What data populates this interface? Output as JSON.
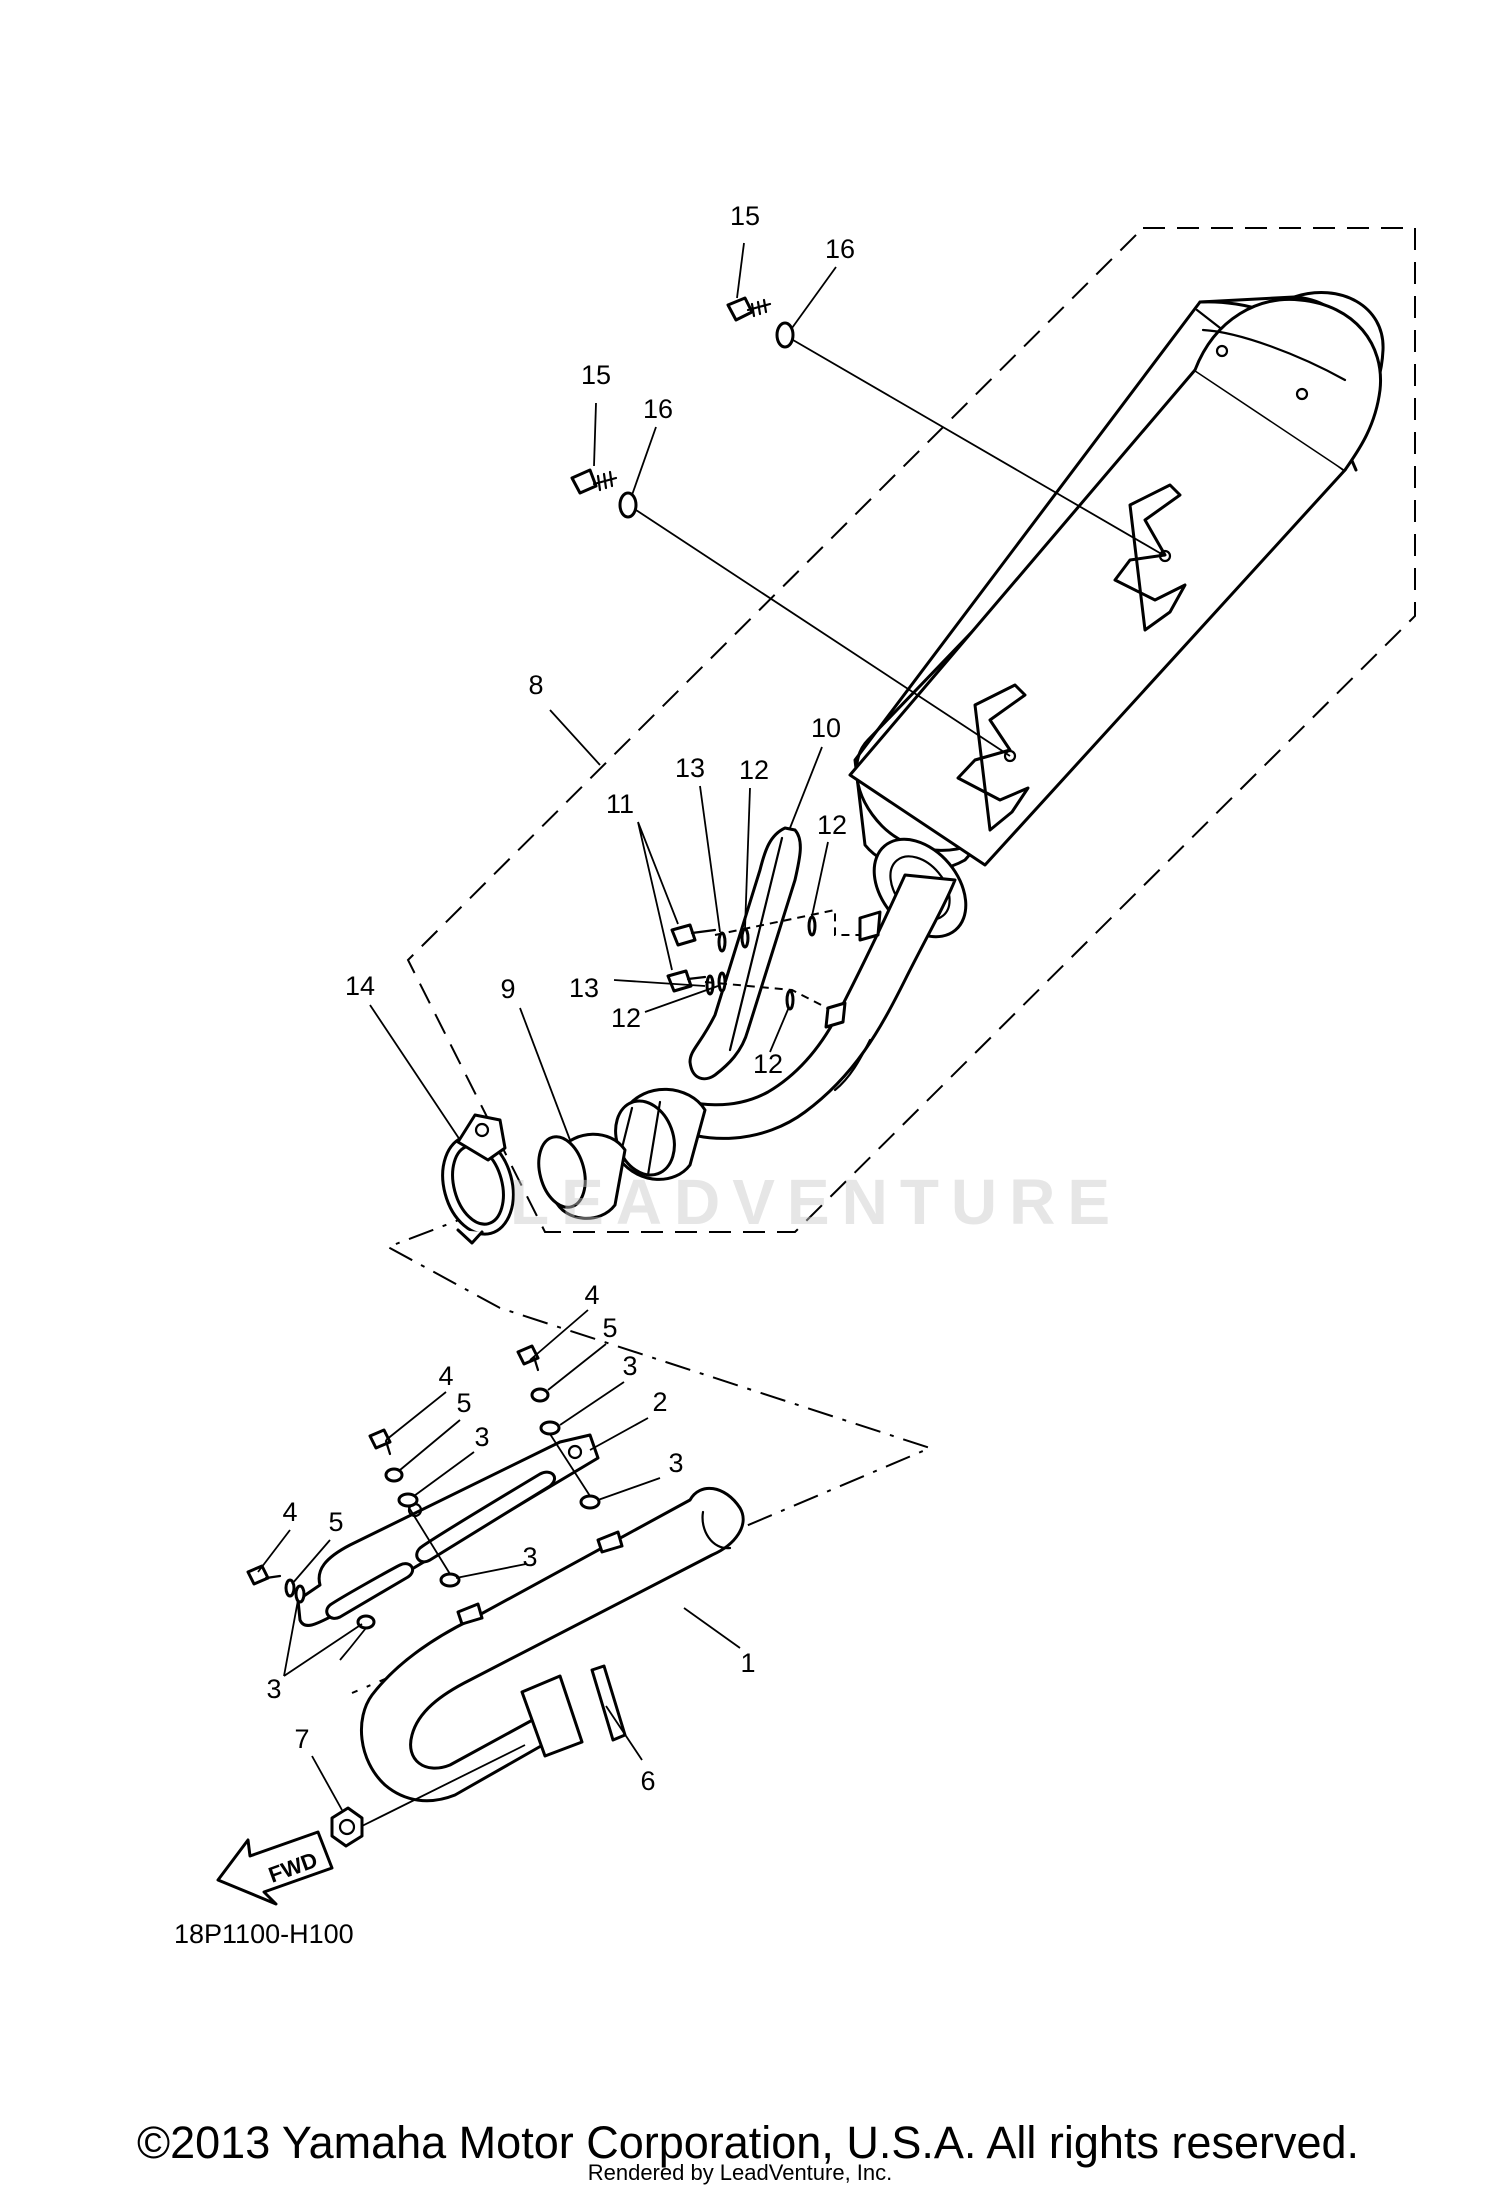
{
  "diagram": {
    "code": "18P1100-H100",
    "fwd_label": "FWD",
    "watermark": "LEADVENTURE",
    "copyright": "©2013 Yamaha Motor Corporation, U.S.A. All rights reserved.",
    "rendered_by": "Rendered by LeadVenture, Inc."
  },
  "callouts": [
    {
      "id": "c15a",
      "number": "15"
    },
    {
      "id": "c16a",
      "number": "16"
    },
    {
      "id": "c15b",
      "number": "15"
    },
    {
      "id": "c16b",
      "number": "16"
    },
    {
      "id": "c8",
      "number": "8"
    },
    {
      "id": "c10",
      "number": "10"
    },
    {
      "id": "c13a",
      "number": "13"
    },
    {
      "id": "c12a",
      "number": "12"
    },
    {
      "id": "c11",
      "number": "11"
    },
    {
      "id": "c12b",
      "number": "12"
    },
    {
      "id": "c13b",
      "number": "13"
    },
    {
      "id": "c12c",
      "number": "12"
    },
    {
      "id": "c12d",
      "number": "12"
    },
    {
      "id": "c9",
      "number": "9"
    },
    {
      "id": "c14",
      "number": "14"
    },
    {
      "id": "c4a",
      "number": "4"
    },
    {
      "id": "c5a",
      "number": "5"
    },
    {
      "id": "c3a",
      "number": "3"
    },
    {
      "id": "c4b",
      "number": "4"
    },
    {
      "id": "c5b",
      "number": "5"
    },
    {
      "id": "c3b",
      "number": "3"
    },
    {
      "id": "c2",
      "number": "2"
    },
    {
      "id": "c3c",
      "number": "3"
    },
    {
      "id": "c4c",
      "number": "4"
    },
    {
      "id": "c5c",
      "number": "5"
    },
    {
      "id": "c3d",
      "number": "3"
    },
    {
      "id": "c3e",
      "number": "3"
    },
    {
      "id": "c1",
      "number": "1"
    },
    {
      "id": "c7",
      "number": "7"
    },
    {
      "id": "c6",
      "number": "6"
    }
  ]
}
